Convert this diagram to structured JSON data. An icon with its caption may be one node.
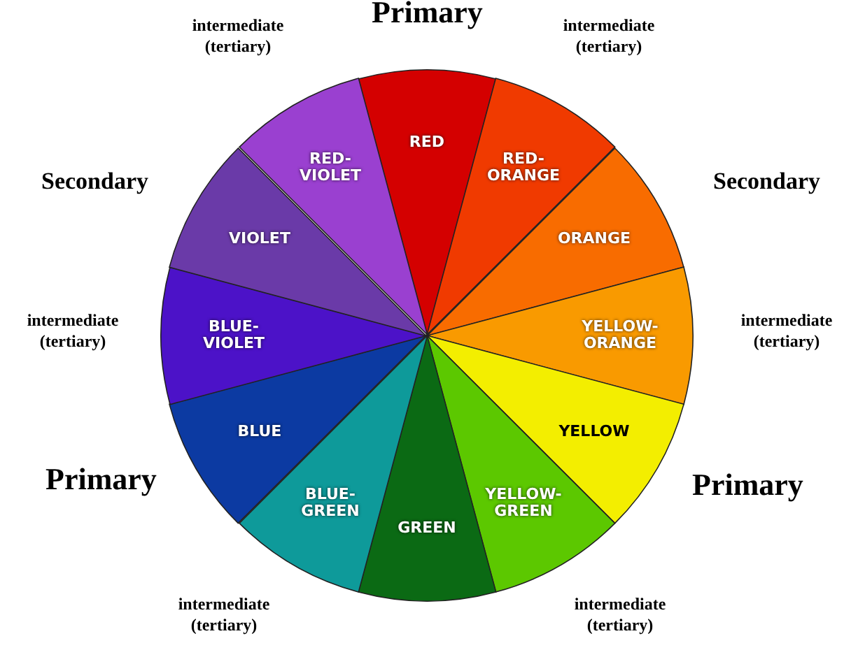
{
  "diagram": {
    "nodes": [
      {
        "text": [
          "RED"
        ]
      },
      {
        "text": [
          "RED-ORANGE"
        ]
      },
      {
        "text": [
          "ORANGE"
        ]
      },
      {
        "text": [
          "YELLOW-ORANGE"
        ]
      },
      {
        "text": [
          "YELLOW"
        ]
      },
      {
        "text": [
          "YELLOW-GREEN"
        ]
      },
      {
        "text": [
          "GREEN"
        ]
      },
      {
        "text": [
          "BLUE-GREEN"
        ]
      },
      {
        "text": [
          "BLUE"
        ]
      },
      {
        "text": [
          "BLUE-VIOLET"
        ]
      },
      {
        "text": [
          "VIOLET"
        ]
      },
      {
        "text": [
          "RED-VIOLET"
        ]
      }
    ],
    "labels": [
      "Primary",
      "intermediate (tertiary)",
      "intermediate (tertiary)",
      "Secondary",
      "Secondary",
      "intermediate (tertiary)",
      "intermediate (tertiary)",
      "Primary",
      "Primary",
      "intermediate (tertiary)",
      "intermediate (tertiary)"
    ]
  }
}
